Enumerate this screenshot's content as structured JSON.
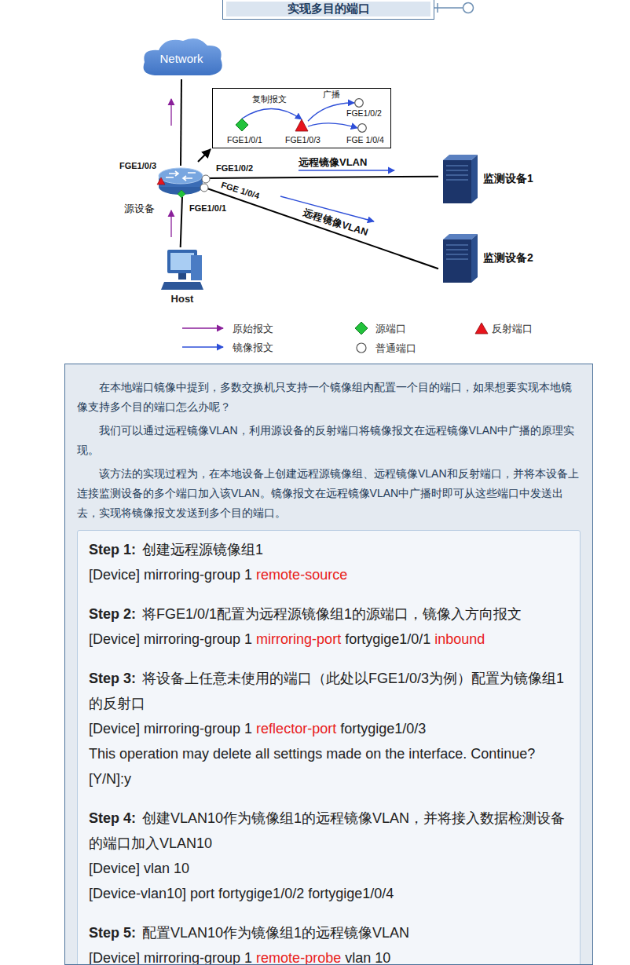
{
  "diagram": {
    "title": "实现多目的端口",
    "nodes": [
      {
        "text": [
          "Network"
        ]
      },
      {
        "text": [
          "源设备"
        ]
      },
      {
        "text": [
          "Host"
        ]
      },
      {
        "text": [
          "监测设备1"
        ]
      },
      {
        "text": [
          "监测设备2"
        ]
      },
      {
        "text": [
          "复制报文",
          "广播"
        ]
      },
      {
        "text": [
          "FGE1/0/1"
        ],
        "in": 5
      },
      {
        "text": [
          "FGE1/0/3"
        ],
        "in": 5
      },
      {
        "text": [
          "FGE1/0/2"
        ],
        "in": 5
      },
      {
        "text": [
          "FGE 1/0/4"
        ],
        "in": 5
      },
      {
        "text": [
          "在本地端口镜像中提到，多数交换机只支持一个镜像组内配置一个目的端口，如果想要实现本地镜像支持多个目的端口怎么办呢？",
          "我们可以通过远程镜像VLAN，利用源设备的反射端口将镜像报文在远程镜像VLAN中广播的原理实现。",
          "该方法的实现过程为，在本地设备上创建远程源镜像组、远程镜像VLAN和反射端口，并将本设备上连接监测设备的多个端口加入该VLAN。镜像报文在远程镜像VLAN中广播时即可从这些端口中发送出去，实现将镜像报文发送到多个目的端口。"
        ]
      },
      {
        "text": [
          "Step 1:",
          "创建远程源镜像组1",
          "[Device] mirroring-group 1",
          "remote-source",
          "Step 2:",
          "将FGE1/0/1配置为远程源镜像组1的源端口，镜像入方向报文",
          "[Device] mirroring-group 1",
          "mirroring-port",
          "fortygige1/0/1",
          "inbound",
          "Step 3:",
          "将设备上任意未使用的端口（此处以FGE1/0/3为例）配置为镜像组1的反射口",
          "[Device] mirroring-group 1",
          "reflector-port",
          "fortygige1/0/3",
          "This operation may delete all settings made on the interface. Continue?",
          "[Y/N]:y",
          "Step 4:",
          "创建VLAN10作为镜像组1的远程镜像VLAN，并将接入数据检测设备的端口加入VLAN10",
          "[Device] vlan 10",
          "[Device-vlan10] port fortygige1/0/2 fortygige1/0/4",
          "Step 5:",
          "配置VLAN10作为镜像组1的远程镜像VLAN",
          "[Device] mirroring-group 1",
          "remote-probe",
          "vlan 10"
        ],
        "in": 10
      }
    ],
    "edges": [
      {
        "from": 0,
        "to": 1,
        "arrow": "none"
      },
      {
        "from": 1,
        "to": 2,
        "arrow": "none"
      },
      {
        "from": 1,
        "to": 3,
        "arrow": "none"
      },
      {
        "from": 1,
        "to": 4,
        "arrow": "none"
      },
      {
        "from": 6,
        "to": 7,
        "arrow": "to"
      },
      {
        "from": 7,
        "to": 8,
        "arrow": "to"
      },
      {
        "from": 7,
        "to": 9,
        "arrow": "to"
      }
    ],
    "labels": [
      "FGE1/0/3",
      "FGE1/0/2",
      "FGE 1/0/4",
      "FGE1/0/1",
      "远程镜像VLAN",
      "远程镜像VLAN"
    ],
    "legend": [
      {
        "text": "原始报文"
      },
      {
        "text": "源端口"
      },
      {
        "text": "反射端口"
      },
      {
        "text": "镜像报文"
      },
      {
        "text": "普通端口"
      }
    ]
  }
}
